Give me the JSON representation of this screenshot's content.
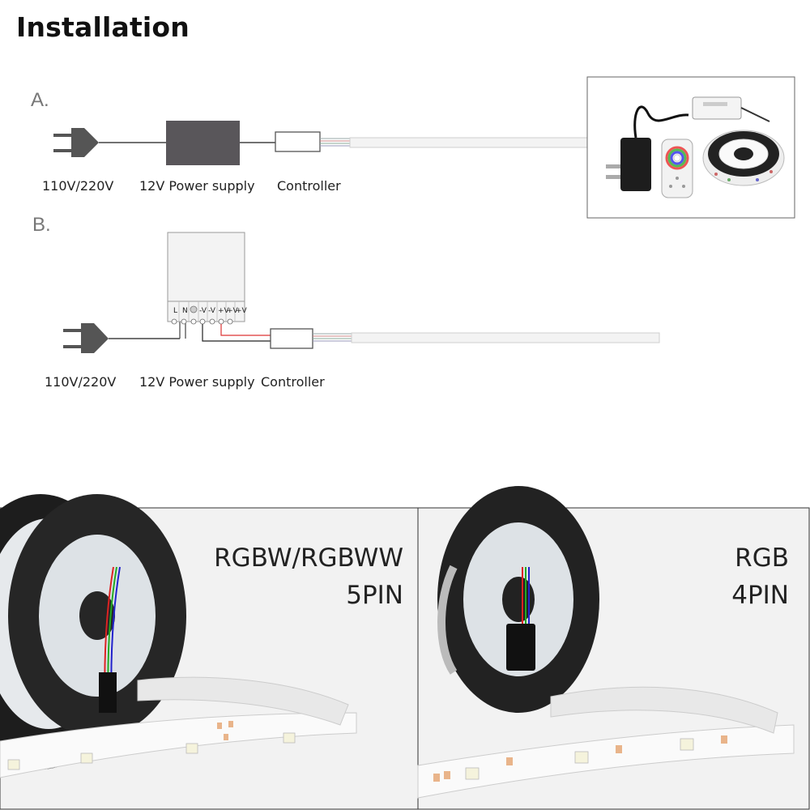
{
  "title": "Installation",
  "section_a": {
    "label": "A.",
    "voltage": "110V/220V",
    "power_supply": "12V Power supply",
    "controller": "Controller"
  },
  "section_b": {
    "label": "B.",
    "voltage": "110V/220V",
    "power_supply": "12V Power supply",
    "controller": "Controller",
    "terminals": [
      "L",
      "N",
      "-V",
      "-V",
      "+V",
      "+V",
      "+V"
    ]
  },
  "panels": [
    {
      "line1": "RGBW/RGBWW",
      "line2": "5PIN"
    },
    {
      "line1": "RGB",
      "line2": "4PIN"
    }
  ]
}
